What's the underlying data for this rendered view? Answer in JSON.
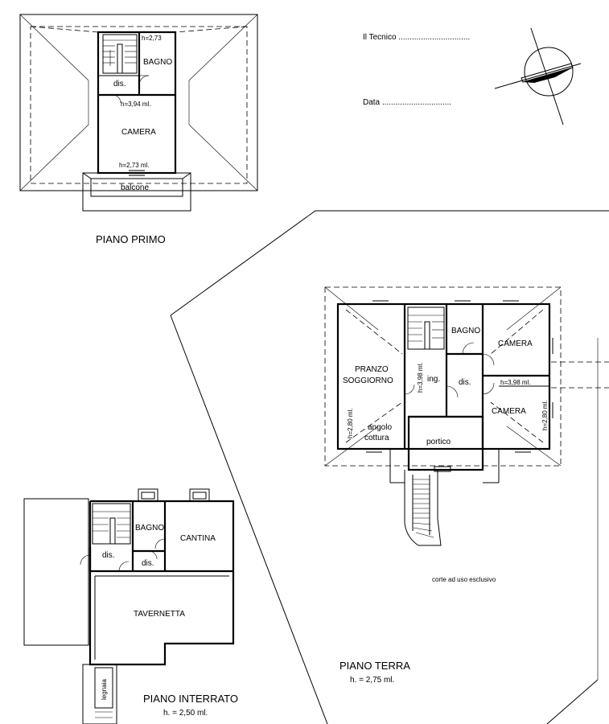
{
  "technician": {
    "label": "Il Tecnico ................................"
  },
  "date": {
    "label": "Data ..............................."
  },
  "piano_primo": {
    "title": "PIANO PRIMO",
    "rooms": {
      "bagno": "BAGNO",
      "dis": "dis.",
      "camera": "CAMERA",
      "balcone": "balcone"
    },
    "heights": {
      "h1": "h=2,73",
      "h2": "h=3,94 ml.",
      "h3": "h=2,73 ml."
    }
  },
  "piano_terra": {
    "title": "PIANO TERRA",
    "subtitle": "h. = 2,75 ml.",
    "rooms": {
      "pranzo": "PRANZO",
      "soggiorno": "SOGGIORNO",
      "bagno": "BAGNO",
      "camera1": "CAMERA",
      "camera2": "CAMERA",
      "ing": "ing.",
      "dis": "dis.",
      "angolo": "angolo",
      "cottura": "cottura",
      "portico": "portico"
    },
    "heights": {
      "h1": "h=3,98 ml.",
      "h2": "h=3,98 ml.",
      "h3": "h=2,80 ml.",
      "h4": "h=2,80 ml."
    },
    "corte": "corte ad uso esclusivo"
  },
  "piano_interrato": {
    "title": "PIANO INTERRATO",
    "subtitle": "h. = 2,50 ml.",
    "rooms": {
      "bagno": "BAGNO",
      "cantina": "CANTINA",
      "dis1": "dis.",
      "dis2": "dis.",
      "tavernetta": "TAVERNETTA",
      "legnaia": "legnaia"
    }
  }
}
